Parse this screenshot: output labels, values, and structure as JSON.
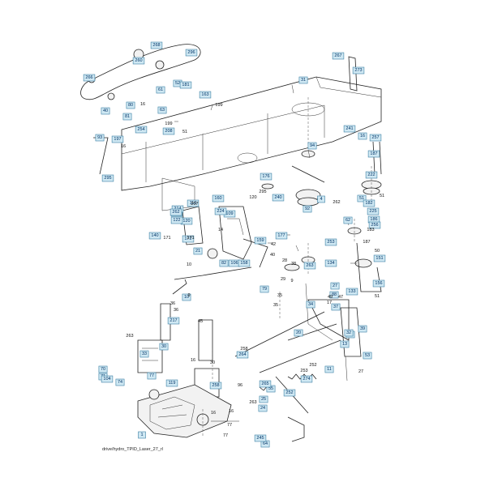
{
  "caption": "drive/hydro_TPID_Laser_27_rl",
  "tags": [
    "1",
    "4",
    "10",
    "11",
    "13",
    "14",
    "16",
    "20",
    "21",
    "24",
    "25",
    "27",
    "30",
    "31",
    "32",
    "33",
    "34",
    "37",
    "39",
    "40",
    "51",
    "52",
    "53",
    "55",
    "61",
    "62",
    "63",
    "64",
    "70",
    "71",
    "74",
    "77",
    "79",
    "80",
    "81",
    "82",
    "88",
    "92",
    "93",
    "94",
    "104",
    "106",
    "109",
    "110",
    "119",
    "120",
    "122",
    "133",
    "134",
    "140",
    "151",
    "156",
    "158",
    "159",
    "160",
    "163",
    "167",
    "172",
    "176",
    "177",
    "181",
    "182",
    "186",
    "187",
    "197",
    "208",
    "214",
    "217",
    "222",
    "224",
    "225",
    "240",
    "241",
    "245",
    "252",
    "253",
    "254",
    "256",
    "257",
    "258",
    "260",
    "262",
    "263",
    "264",
    "265",
    "266",
    "267",
    "268",
    "273",
    "274",
    "295",
    "296"
  ],
  "plain_numbers": [
    "16",
    "199",
    "51",
    "16",
    "199",
    "120",
    "295",
    "51",
    "262",
    "183",
    "187",
    "50",
    "42",
    "40",
    "36",
    "10",
    "35",
    "35",
    "36",
    "45",
    "51",
    "16",
    "30",
    "77",
    "27",
    "258",
    "263",
    "96",
    "16",
    "77",
    "49",
    "47",
    "17",
    "14",
    "171",
    "171",
    "207",
    "9",
    "28",
    "29",
    "38",
    "263",
    "16",
    "252",
    "253",
    "9"
  ]
}
